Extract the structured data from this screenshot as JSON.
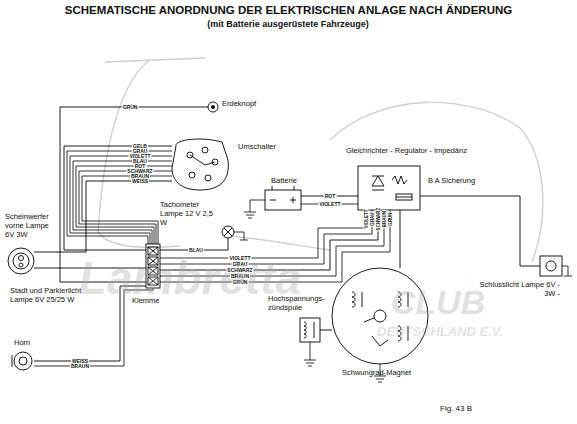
{
  "diagram": {
    "title": "SCHEMATISCHE ANORDNUNG DER ELEKTRISCHEN ANLAGE NACH ÄNDERUNG",
    "caption": "Fig. 43 B",
    "nodes": [
      {
        "text": [
          "Erdeknopf"
        ]
      },
      {
        "text": [
          "Umschalter"
        ]
      },
      {
        "text": [
          "Gleichrichter - Regulator - Impedänz",
          "B A Sicherung"
        ]
      },
      {
        "text": [
          "Batterie"
        ]
      },
      {
        "text": [
          "Tachometer Lampe 12 V 2,5 W"
        ]
      },
      {
        "text": [
          "Scheinwerfer vorne Lampe 6V 3W",
          "Stadt und Parkierlicht Lampe 6V 25/25 W"
        ]
      },
      {
        "text": [
          "Klemme"
        ]
      },
      {
        "text": [
          "Horn"
        ]
      },
      {
        "text": [
          "Hochspannungs- zündspule"
        ]
      },
      {
        "text": [
          "Schwungrad-Magnet"
        ]
      },
      {
        "text": [
          "Schlusslicht Lampe 6V - 3W -"
        ]
      }
    ],
    "edges": [
      {
        "from": 0,
        "to": 6,
        "arrow": "none",
        "label": "GRÜN"
      },
      {
        "from": 1,
        "to": 5,
        "arrow": "none",
        "label": "WEISS"
      },
      {
        "from": 1,
        "to": 6,
        "arrow": "none",
        "label": "GELB"
      },
      {
        "from": 4,
        "to": 6,
        "arrow": "none",
        "label": "BLAU"
      },
      {
        "from": 5,
        "to": 6,
        "arrow": "none"
      },
      {
        "from": 6,
        "to": 2,
        "arrow": "none",
        "label": "SCHWARZ"
      },
      {
        "from": 3,
        "to": 2,
        "arrow": "none",
        "label": "ROT"
      },
      {
        "from": 2,
        "to": 9,
        "arrow": "none"
      },
      {
        "from": 2,
        "to": 10,
        "arrow": "none"
      },
      {
        "from": 8,
        "to": 9,
        "arrow": "none"
      },
      {
        "from": 7,
        "to": 6,
        "arrow": "none",
        "label": "WEISS"
      }
    ],
    "labels": [
      "(mit Batterie ausgerüstete Fahrzeuge)",
      "GRAU",
      "VIOLETT",
      "BLAU",
      "ROT",
      "SCHWARZ",
      "BRAUN",
      "VIOLETT",
      "GRAU",
      "BRAUN",
      "GRÜN",
      "VIOLETT",
      "VIOLETT",
      "GRAU",
      "SCHWARZ",
      "BRAUN",
      "GRÜN",
      "BRAUN",
      "Lambretta",
      "CLUB",
      "DEUTSCHLAND E.V."
    ]
  }
}
